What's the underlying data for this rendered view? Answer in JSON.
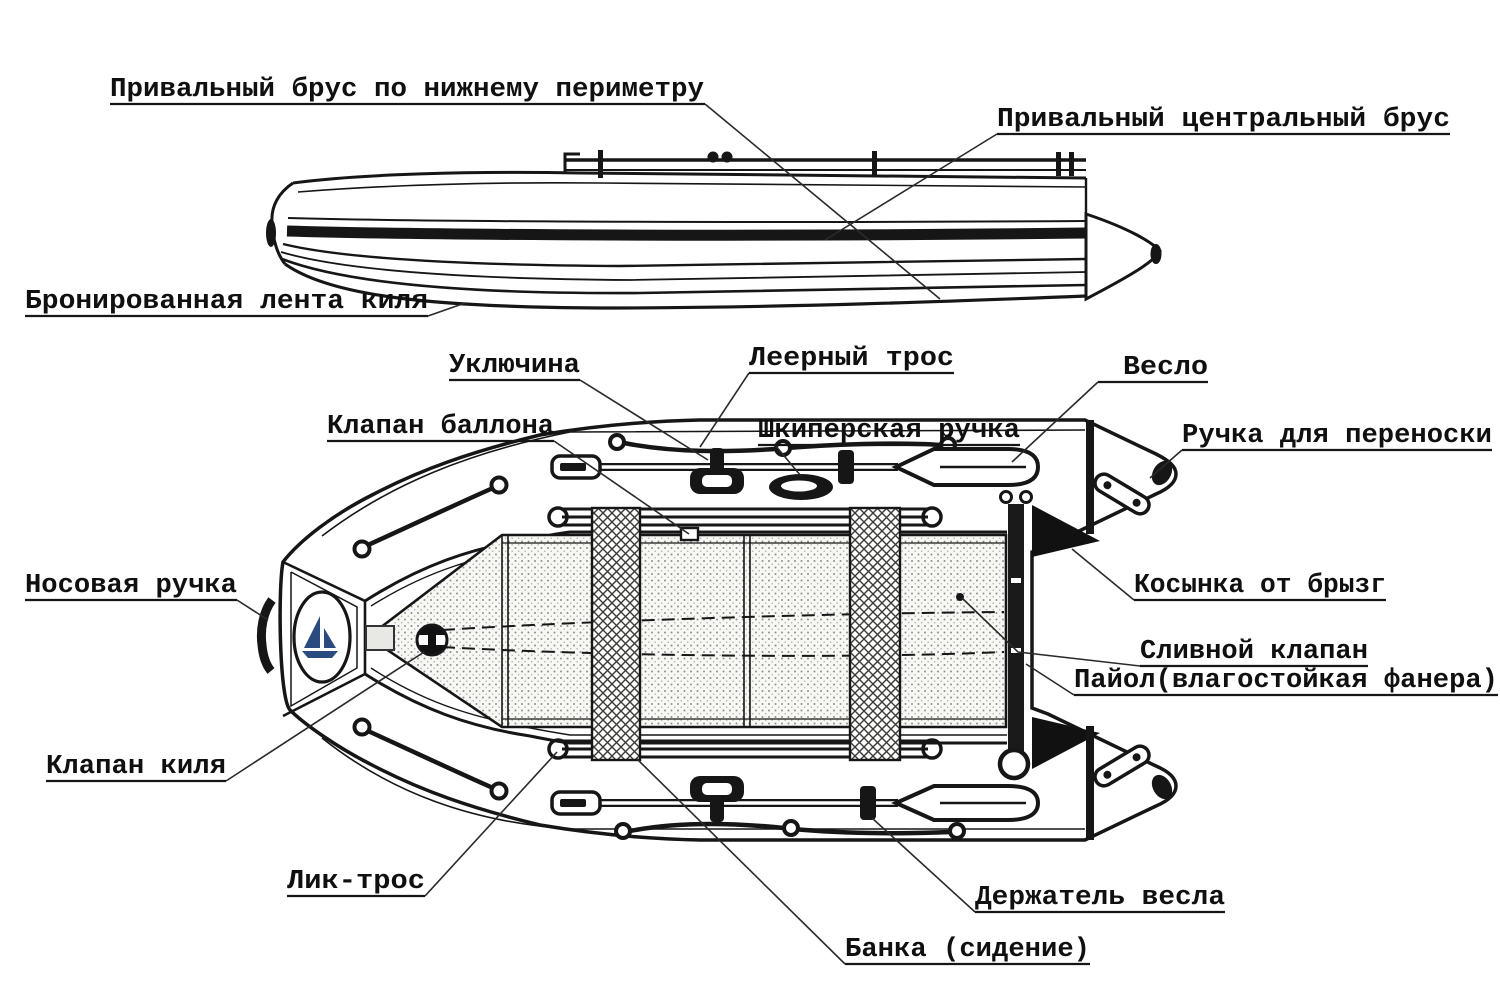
{
  "diagram": {
    "type": "inflatable-boat-parts-schematic",
    "views": 2,
    "language": "ru"
  },
  "labels": {
    "gunwale_lower": "Привальный брус по нижнему периметру",
    "gunwale_central": "Привальный центральный брус",
    "keel_armor_tape": "Бронированная лента киля",
    "rowlock": "Уключина",
    "grab_rope": "Леерный трос",
    "tube_valve": "Клапан баллона",
    "skipper_handle": "Шкиперская ручка",
    "oar": "Весло",
    "carry_handle": "Ручка для переноски",
    "bow_handle": "Носовая ручка",
    "spray_gusset": "Косынка от брызг",
    "drain_valve": "Сливной клапан",
    "floorboard": "Пайол(влагостойкая фанера)",
    "keel_valve": "Клапан киля",
    "lik_rope": "Лик-трос",
    "oar_holder": "Держатель весла",
    "seat": "Банка (сидение)"
  },
  "colors": {
    "line": "#161616",
    "background": "#ffffff",
    "logo_blue": "#2a4a80",
    "floor_dot": "#8f8f8d"
  }
}
